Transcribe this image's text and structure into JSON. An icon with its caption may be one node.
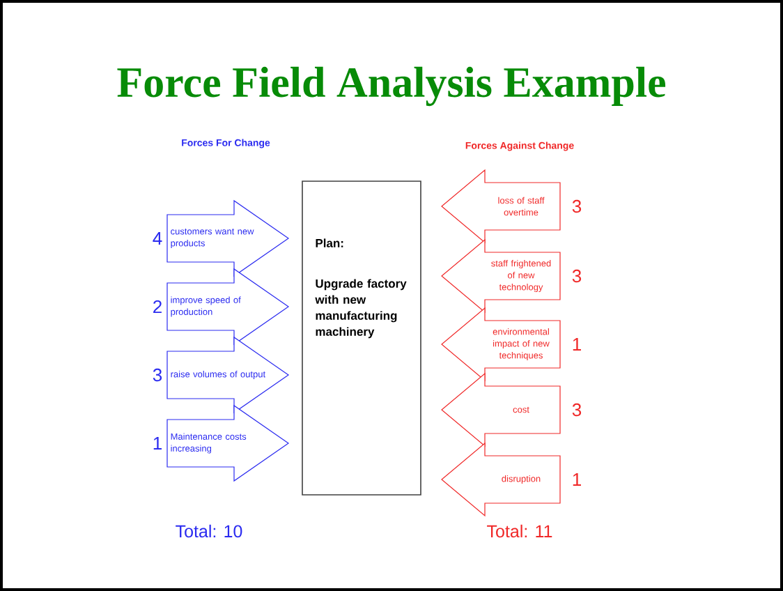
{
  "diagram": {
    "title": "Force Field Analysis Example",
    "nodes": [
      {
        "text": [
          "customers want new products"
        ],
        "beside": [
          "4"
        ]
      },
      {
        "text": [
          "improve speed of production"
        ],
        "beside": [
          "2"
        ]
      },
      {
        "text": [
          "raise volumes of output"
        ],
        "beside": [
          "3"
        ]
      },
      {
        "text": [
          "Maintenance costs increasing"
        ],
        "beside": [
          "1"
        ]
      },
      {
        "text": [
          "Plan:",
          "Upgrade factory with new manufacturing machinery"
        ]
      },
      {
        "text": [
          "loss of staff overtime"
        ],
        "beside": [
          "3"
        ]
      },
      {
        "text": [
          "staff frightened of new technology"
        ],
        "beside": [
          "3"
        ]
      },
      {
        "text": [
          "environmental impact of new techniques"
        ],
        "beside": [
          "1"
        ]
      },
      {
        "text": [
          "cost"
        ],
        "beside": [
          "3"
        ]
      },
      {
        "text": [
          "disruption"
        ],
        "beside": [
          "1"
        ]
      }
    ],
    "labels": [
      "Forces For Change",
      "Forces Against Change",
      "Total: 10",
      "Total: 11"
    ]
  }
}
